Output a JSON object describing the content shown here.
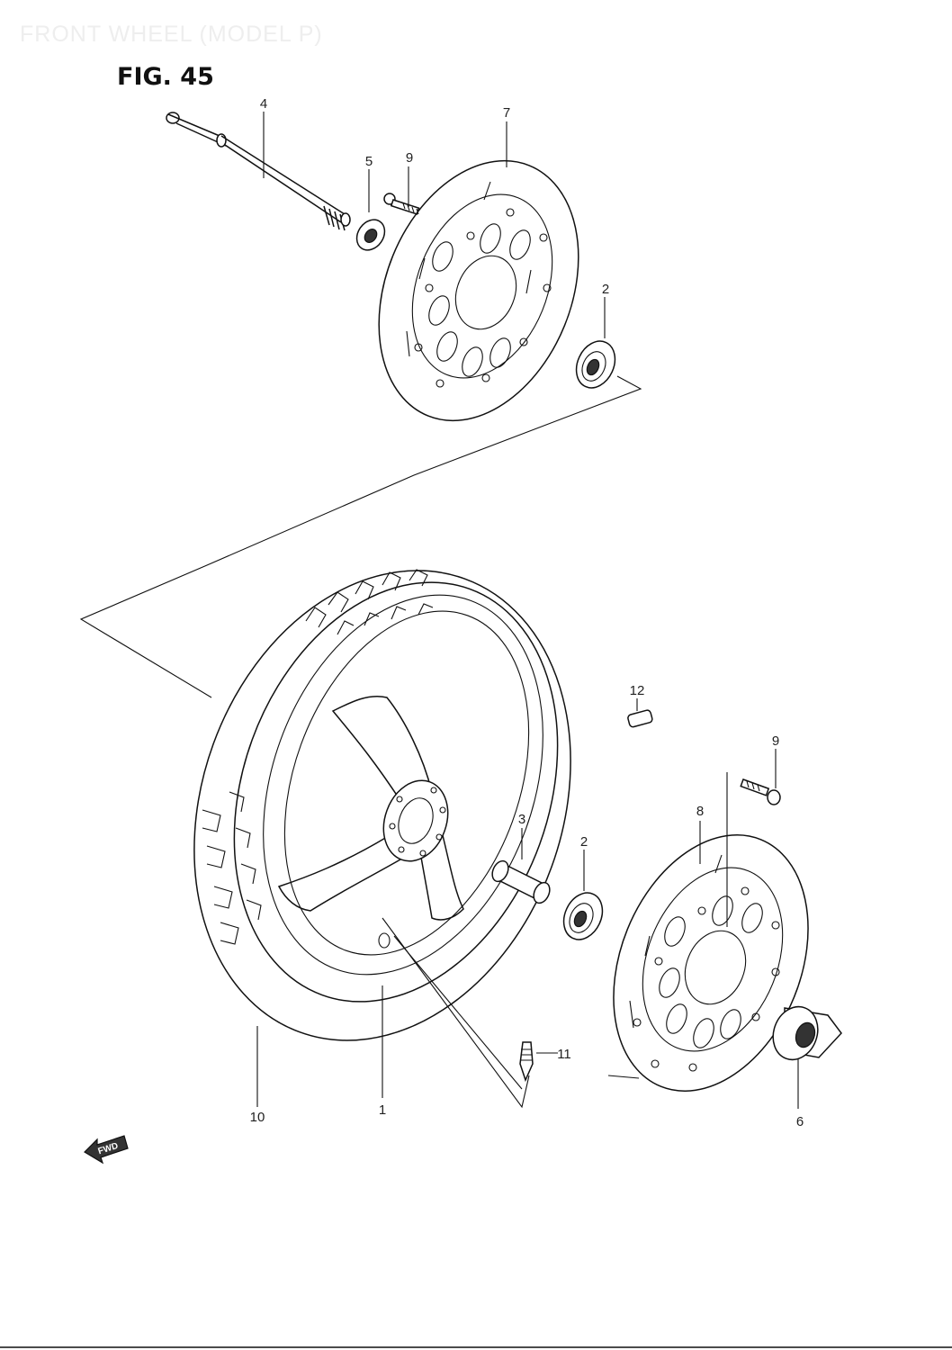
{
  "header": {
    "watermark": "FRONT WHEEL (MODEL P)",
    "figure_title": "FIG. 45"
  },
  "callouts": {
    "p1": "1",
    "p2_top": "2",
    "p2_bottom": "2",
    "p3": "3",
    "p4": "4",
    "p5": "5",
    "p6": "6",
    "p7": "7",
    "p8": "8",
    "p9_top": "9",
    "p9_bottom": "9",
    "p10": "10",
    "p11": "11",
    "p12": "12"
  },
  "direction_badge": {
    "label": "FWD"
  }
}
